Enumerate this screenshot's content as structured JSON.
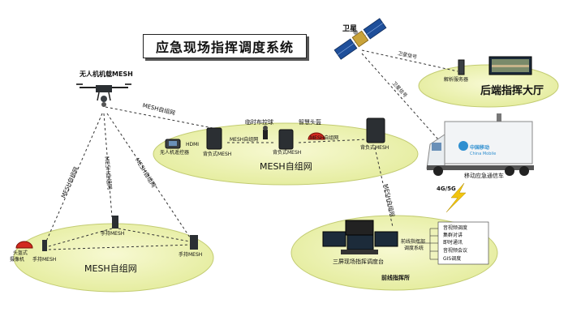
{
  "title": "应急现场指挥调度系统",
  "satellite": {
    "label": "卫星",
    "signal_1": "卫星信号",
    "signal_2": "卫星信号"
  },
  "command_hall": {
    "server_label": "解析服务器",
    "hall_label": "后端指挥大厅"
  },
  "drone": {
    "label": "无人机机载MESH",
    "link_top": "MESH自组网",
    "link_left": "MESH自组网",
    "link_mid": "MESH自组网",
    "link_right": "MESH自组网"
  },
  "center_net": {
    "name": "MESH自组网",
    "controller": "无人机遥控器",
    "hdmi": "HDMI",
    "pack1": "背负式MESH",
    "pack2": "背负式MESH",
    "pack3": "背负式MESH",
    "deploy_ball": "临时布控球",
    "smart_helmet": "智慧头盔",
    "link_1": "MESH自组网",
    "link_2": "MESH自组网",
    "link_down": "MESH自组网"
  },
  "vehicle": {
    "label": "移动应急通信车",
    "brand": "中国移动",
    "brand_en": "China Mobile",
    "signal": "4G/5G"
  },
  "left_net": {
    "name": "MESH自组网",
    "helmet": "头盔式",
    "helmet_2": "摄像机",
    "handheld_1": "手持MESH",
    "handheld_2": "手持MESH",
    "handheld_3": "手持MESH"
  },
  "front_post": {
    "name": "前线指挥所",
    "console": "三屏现场指挥调度台",
    "system_1": "前线指挥部",
    "system_2": "调度系统",
    "features": [
      "音视频调度",
      "集群对讲",
      "即时通讯",
      "音视频会议",
      "GIS调度"
    ]
  },
  "colors": {
    "ellipse": "#eef3b4",
    "ellipse_edge": "#c9d27a",
    "device": "#2b2f33",
    "helmet": "#d22a1f",
    "bolt": "#f1c40f"
  }
}
